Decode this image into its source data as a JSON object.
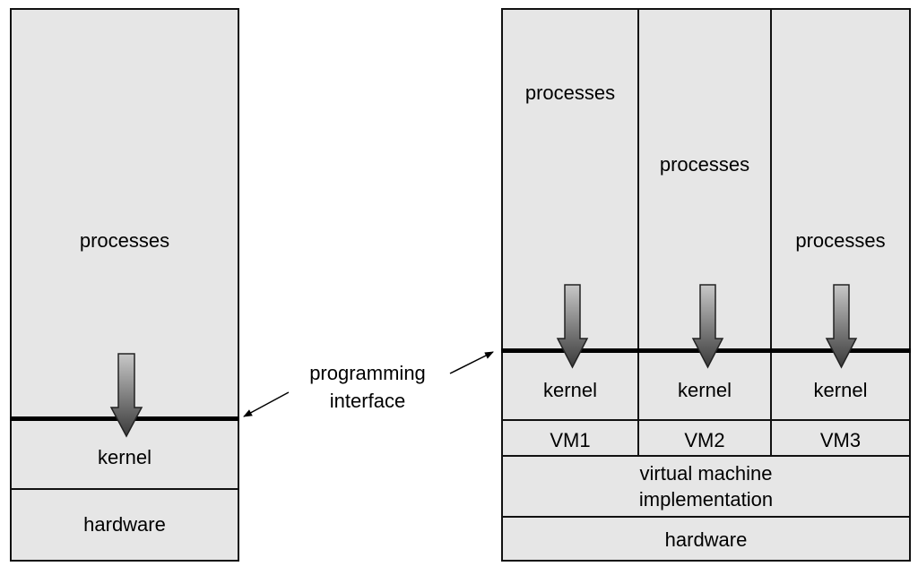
{
  "left_stack": {
    "processes": "processes",
    "kernel": "kernel",
    "hardware": "hardware"
  },
  "right_stack": {
    "columns": [
      {
        "processes": "processes",
        "kernel": "kernel",
        "vm": "VM1"
      },
      {
        "processes": "processes",
        "kernel": "kernel",
        "vm": "VM2"
      },
      {
        "processes": "processes",
        "kernel": "kernel",
        "vm": "VM3"
      }
    ],
    "vm_implementation_line1": "virtual machine",
    "vm_implementation_line2": "implementation",
    "hardware": "hardware"
  },
  "callout": {
    "line1": "programming",
    "line2": "interface"
  },
  "colors": {
    "box_fill": "#e6e6e6",
    "border": "#111111",
    "arrow_dark": "#3a3a3a",
    "arrow_light": "#c8c8c8"
  }
}
